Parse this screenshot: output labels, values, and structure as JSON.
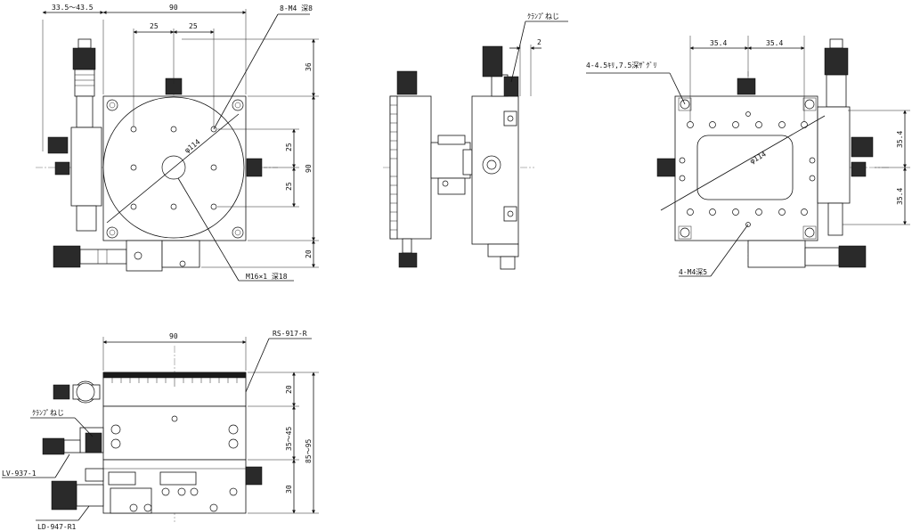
{
  "top_view": {
    "dims": {
      "micrometer_offset": "33.5～43.5",
      "width_total": "90",
      "pitch_left": "25",
      "pitch_right": "25",
      "top_overhang": "36",
      "pitch_upper": "25",
      "pitch_lower": "25",
      "height_total": "90",
      "bottom_overhang": "20"
    },
    "callouts": {
      "tapped_holes": "8-M4 深8",
      "diameter": "φ114",
      "center_hole": "M16×1 深18"
    }
  },
  "side_view": {
    "dims": {
      "clamp_gap": "2"
    },
    "callouts": {
      "clamp_screw": "ｸﾗﾝﾌﾟねじ"
    }
  },
  "bottom_view": {
    "dims": {
      "pitch_top": "35.4",
      "pitch_top_2": "35.4",
      "pitch_side_upper": "35.4",
      "pitch_side_lower": "35.4"
    },
    "callouts": {
      "counterbore": "4-4.5ｷﾘ,7.5深ｻﾞｸﾞﾘ",
      "diameter": "φ114",
      "tapped_holes": "4-M4深5"
    }
  },
  "front_view": {
    "dims": {
      "width_total": "90",
      "top_band": "20",
      "middle_band": "35～45",
      "total_height": "85～95",
      "bottom_band": "30"
    },
    "callouts": {
      "rotation_scale": "RS-917-R",
      "clamp_screw": "ｸﾗﾝﾌﾟねじ",
      "stage_x": "LV-937-1",
      "stage_y": "LD-947-R1"
    }
  }
}
